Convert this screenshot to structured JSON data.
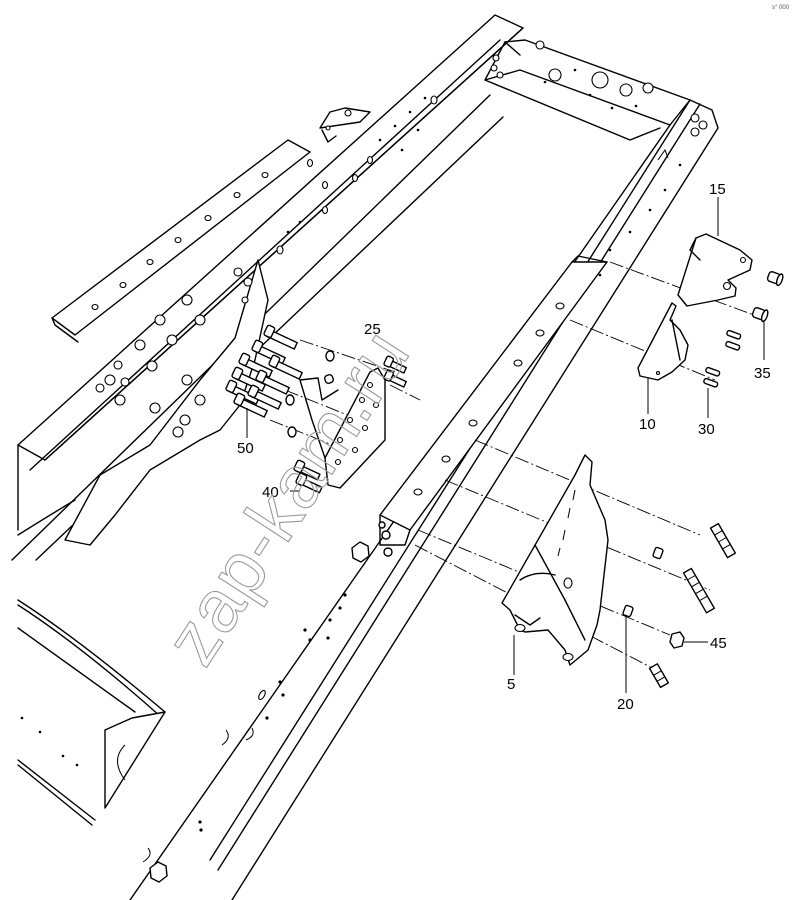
{
  "diagram": {
    "title": "Frame rear section — engine/cab mounting brackets (exploded view)",
    "corner_mark": "s° 000",
    "watermark": "zap-kam.ru",
    "callouts": [
      {
        "id": "5",
        "label": "5",
        "part": "bracket (large, lower)"
      },
      {
        "id": "10",
        "label": "10",
        "part": "bracket (small)"
      },
      {
        "id": "15",
        "label": "15",
        "part": "bracket (upper)"
      },
      {
        "id": "20",
        "label": "20",
        "part": "bushing / sleeve"
      },
      {
        "id": "25",
        "label": "25",
        "part": "mounting plate"
      },
      {
        "id": "30",
        "label": "30",
        "part": "bolt"
      },
      {
        "id": "35",
        "label": "35",
        "part": "nut / flange bolt"
      },
      {
        "id": "40",
        "label": "40",
        "part": "bolt"
      },
      {
        "id": "45",
        "label": "45",
        "part": "nut"
      },
      {
        "id": "50",
        "label": "50",
        "part": "bolt"
      }
    ]
  }
}
